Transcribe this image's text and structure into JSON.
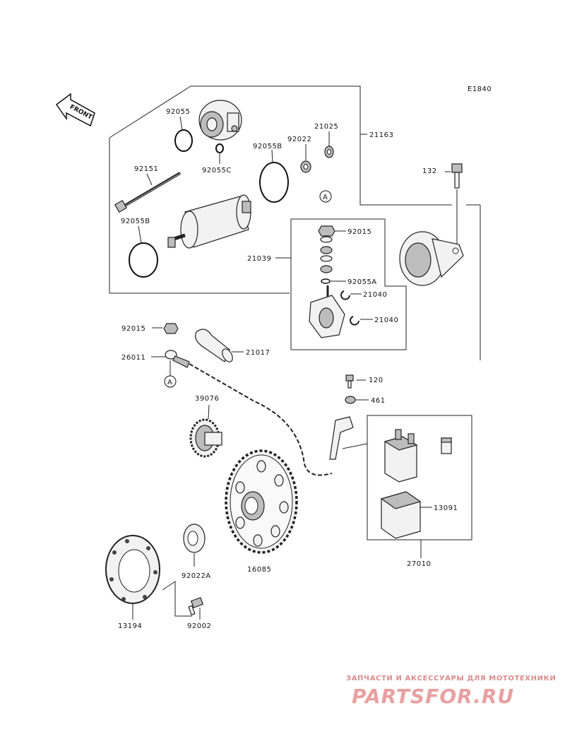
{
  "diagram_code": "E1840",
  "front_label": "FRONT",
  "ref_marker": "A",
  "labels": {
    "p92055": "92055",
    "p92055C": "92055C",
    "p92055B_top": "92055B",
    "p92022": "92022",
    "p21025": "21025",
    "p21163": "21163",
    "p132": "132",
    "p92151": "92151",
    "p92055B_left": "92055B",
    "p92015_top": "92015",
    "p21039": "21039",
    "p92055A": "92055A",
    "p21040_a": "21040",
    "p21040_b": "21040",
    "p92015_left": "92015",
    "p26011": "26011",
    "p21017": "21017",
    "p120": "120",
    "p461": "461",
    "p39076": "39076",
    "p13091": "13091",
    "p27010": "27010",
    "p16085": "16085",
    "p92022A": "92022A",
    "p13194": "13194",
    "p92002": "92002"
  },
  "watermark": {
    "tagline": "ЗАПЧАСТИ И АКСЕССУАРЫ ДЛЯ МОТОТЕХНИКИ",
    "brand": "PARTSFOR.RU"
  }
}
